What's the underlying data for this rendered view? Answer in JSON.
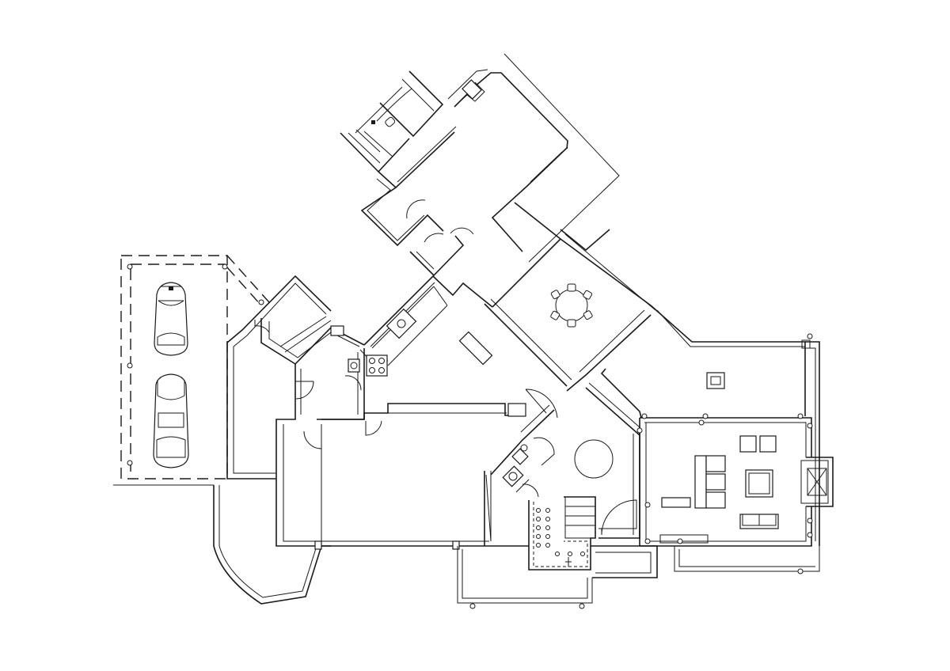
{
  "drawing": {
    "kind": "architectural floor plan",
    "labels": []
  },
  "colors": {
    "line": "#1a1a1a",
    "background": "#ffffff"
  },
  "fixtures": {
    "cars": 2,
    "dining_chairs": 6,
    "sofas": 2,
    "armchairs": 2,
    "wall_lights_visible": true
  }
}
